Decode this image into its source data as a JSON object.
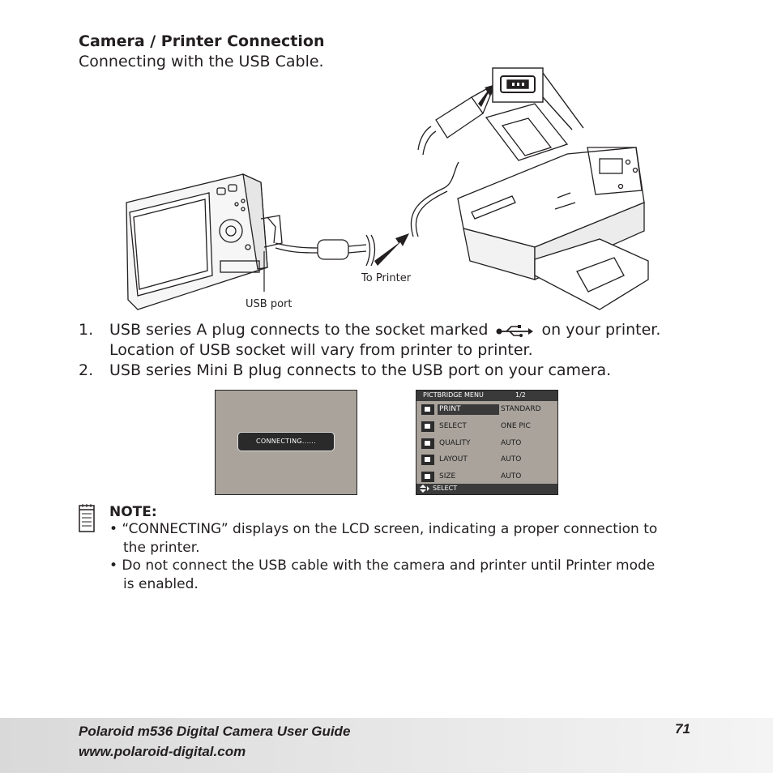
{
  "heading": {
    "title": "Camera / Printer Connection",
    "subtitle": "Connecting with the USB Cable."
  },
  "illustration": {
    "to_printer_label": "To Printer",
    "usb_port_label": "USB port"
  },
  "steps": [
    {
      "number": "1.",
      "text_before_icon": "USB series A plug connects to the socket marked",
      "icon": "usb-symbol-icon",
      "text_after_icon": "on your printer.",
      "continuation": "Location of USB socket will vary from printer to printer."
    },
    {
      "number": "2.",
      "text": "USB series Mini B plug connects to the USB port on your camera."
    }
  ],
  "lcd_connecting": {
    "message": "CONNECTING......"
  },
  "pictbridge_menu": {
    "title": "PICTBRIDGE MENU",
    "page": "1/2",
    "rows": [
      {
        "label": "PRINT",
        "value": "STANDARD",
        "selected": true
      },
      {
        "label": "SELECT",
        "value": "ONE PIC",
        "selected": false
      },
      {
        "label": "QUALITY",
        "value": "AUTO",
        "selected": false
      },
      {
        "label": "LAYOUT",
        "value": "AUTO",
        "selected": false
      },
      {
        "label": "SIZE",
        "value": "AUTO",
        "selected": false
      }
    ],
    "footer": "SELECT"
  },
  "note": {
    "label": "NOTE:",
    "bullets": [
      {
        "line1": "• “CONNECTING” displays on the LCD screen, indicating a proper connection to",
        "line2": "the printer."
      },
      {
        "line1": "• Do not connect the USB cable with the camera and printer until Printer mode",
        "line2": "is enabled."
      }
    ]
  },
  "footer": {
    "guide_title": "Polaroid m536 Digital Camera User Guide",
    "url": "www.polaroid-digital.com",
    "page_number": "71"
  }
}
